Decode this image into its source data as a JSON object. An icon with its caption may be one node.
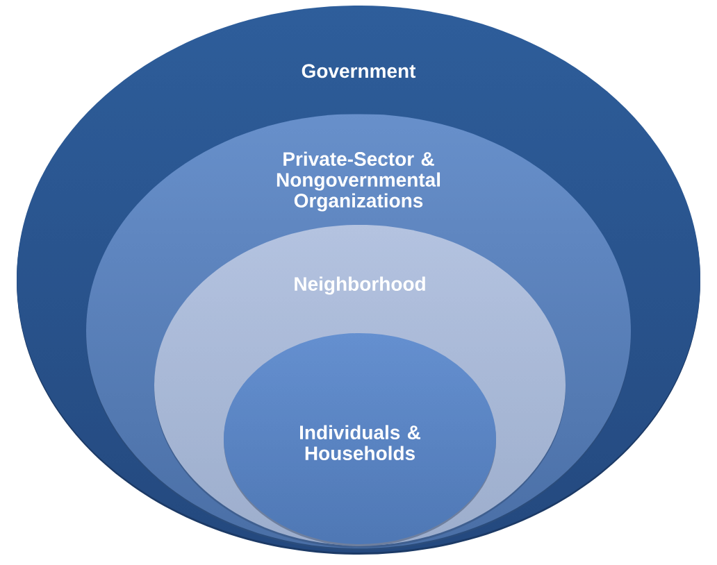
{
  "diagram": {
    "nodes": [
      {
        "text": [
          "Government"
        ]
      },
      {
        "text": [
          "Private-Sector & Nongovernmental Organizations"
        ],
        "in": 0
      },
      {
        "text": [
          "Neighborhood"
        ],
        "in": 1
      },
      {
        "text": [
          "Individuals & Households"
        ],
        "in": 2
      }
    ]
  }
}
